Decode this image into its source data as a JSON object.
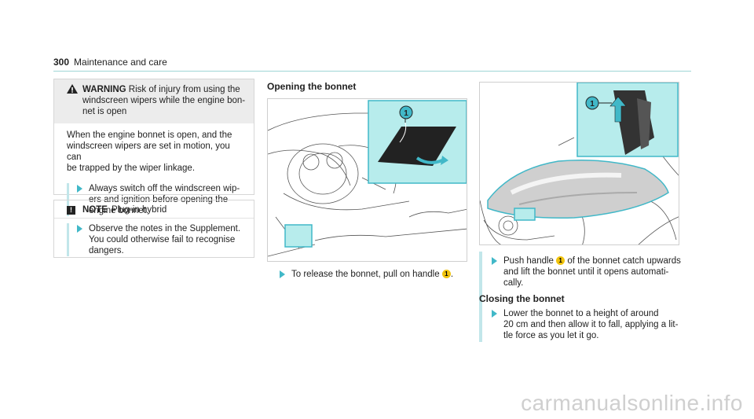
{
  "header": {
    "page_number": "300",
    "section": "Maintenance and care"
  },
  "warning": {
    "label": "WARNING",
    "title_rest": "Risk of injury from using the",
    "title_line2": "windscreen wipers while the engine bon-",
    "title_line3": "net is open",
    "body_1": "When the engine bonnet is open, and the",
    "body_2": "windscreen wipers are set in motion, you can",
    "body_3": "be trapped by the wiper linkage.",
    "step_1": "Always switch off the windscreen wip-",
    "step_2": "ers and ignition before opening the",
    "step_3": "engine bonnet."
  },
  "note": {
    "label": "NOTE",
    "title_rest": "Plug-in hybrid",
    "step_1": "Observe the notes in the Supplement.",
    "step_2": "You could otherwise fail to recognise",
    "step_3": "dangers."
  },
  "opening": {
    "heading": "Opening the bonnet",
    "step_a": "To release the bonnet, pull on handle",
    "callout": "1",
    "step_b": "."
  },
  "push": {
    "step_a": "Push handle",
    "callout": "1",
    "step_b": "of the bonnet catch upwards",
    "step_2": "and lift the bonnet until it opens automati-",
    "step_3": "cally."
  },
  "closing": {
    "heading": "Closing the bonnet",
    "step_1": "Lower the bonnet to a height of around",
    "step_2": "20 cm and then allow it to fall, applying a lit-",
    "step_3": "tle force as you let it go."
  },
  "watermark": "carmanualsonline.info",
  "colors": {
    "accent": "#41b8c8",
    "callout": "#f1c40f",
    "highlight": "#b7ecec"
  }
}
